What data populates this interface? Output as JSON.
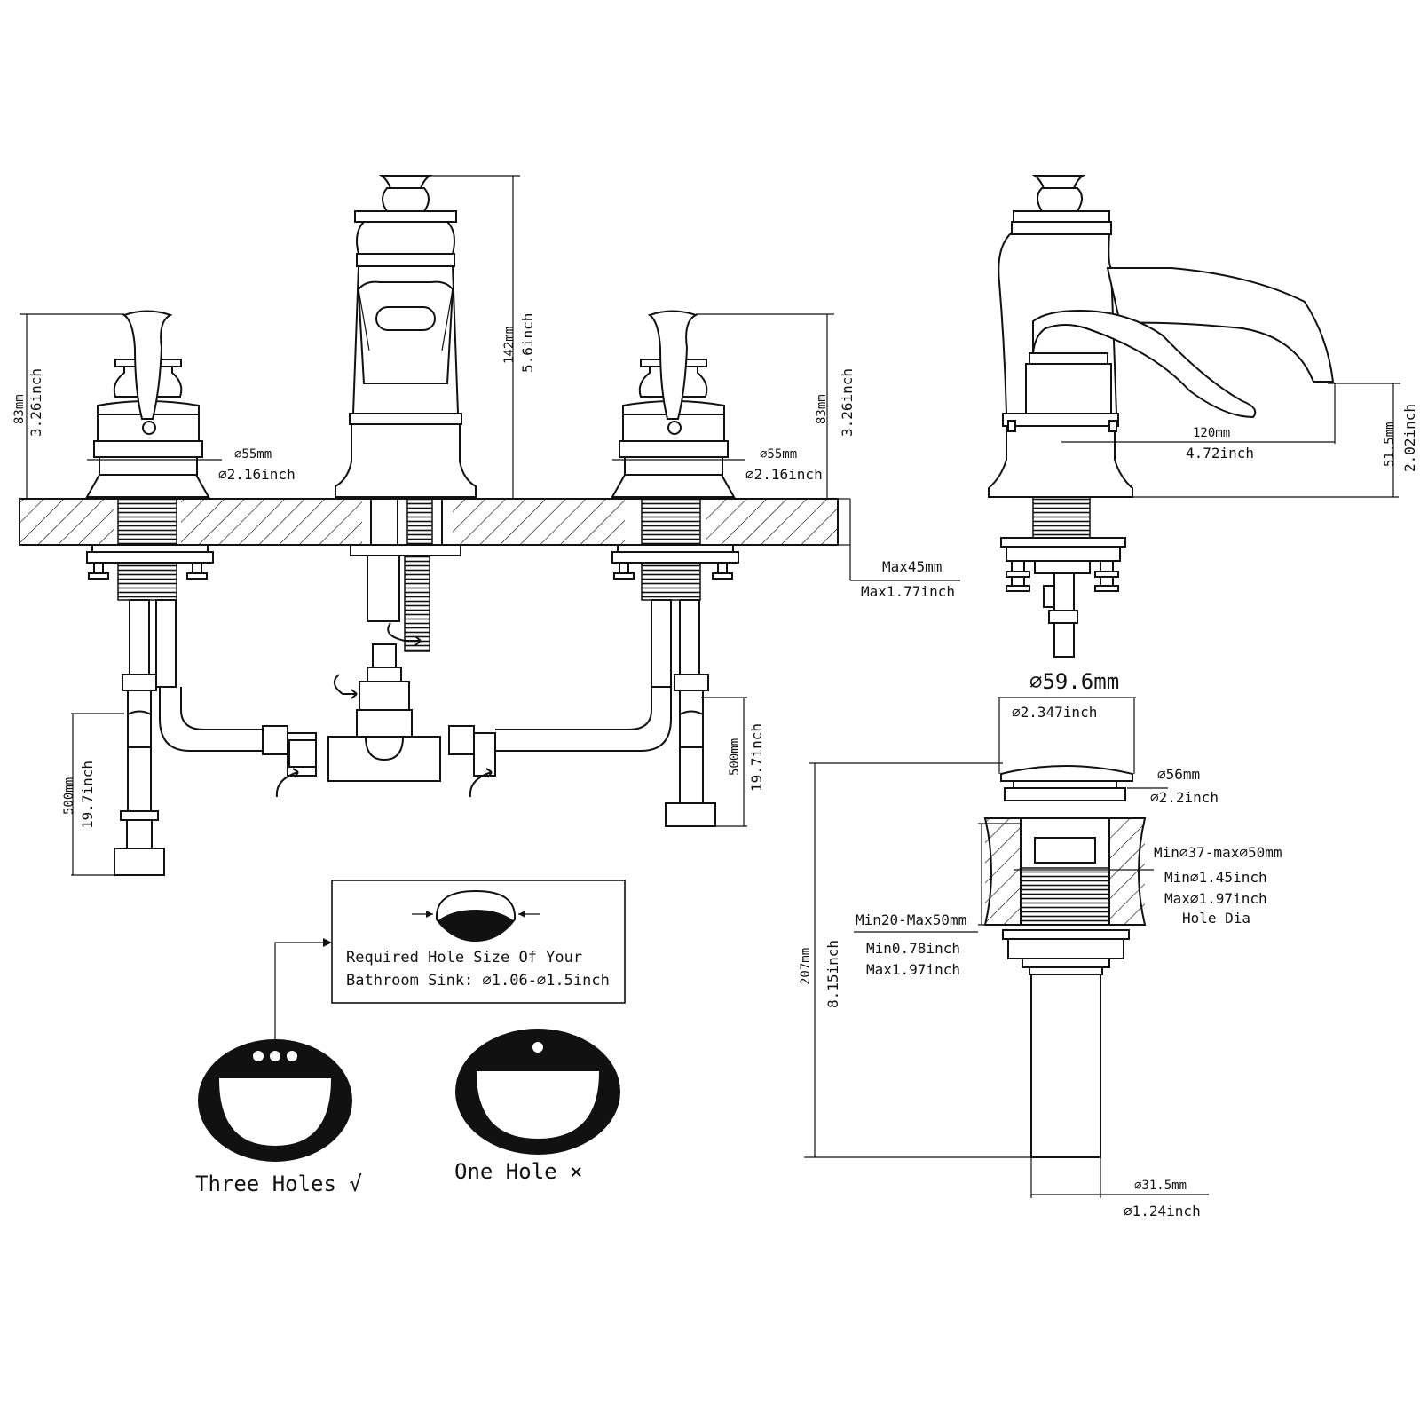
{
  "dimensions": {
    "handle_height_mm": "83mm",
    "handle_height_in": "3.26inch",
    "spout_height_mm": "142mm",
    "spout_height_in": "5.6inch",
    "base_dia_mm": "⌀55mm",
    "base_dia_in": "⌀2.16inch",
    "deck_max_mm": "Max45mm",
    "deck_max_in": "Max1.77inch",
    "hose_mm": "500mm",
    "hose_in": "19.7inch",
    "spout_reach_mm": "120mm",
    "spout_reach_in": "4.72inch",
    "spout_clear_mm": "51.5mm",
    "spout_clear_in": "2.02inch"
  },
  "drain": {
    "cap_dia_mm": "⌀59.6mm",
    "cap_dia_in": "⌀2.347inch",
    "flange_mm": "⌀56mm",
    "flange_in": "⌀2.2inch",
    "hole_mm": "Min⌀37-max⌀50mm",
    "hole_min_in": "Min⌀1.45inch",
    "hole_max_in": "Max⌀1.97inch",
    "hole_label": "Hole Dia",
    "thick_mm": "Min20-Max50mm",
    "thick_min_in": "Min0.78inch",
    "thick_max_in": "Max1.97inch",
    "length_mm": "207mm",
    "length_in": "8.15inch",
    "tail_mm": "⌀31.5mm",
    "tail_in": "⌀1.24inch"
  },
  "note": {
    "line1": "Required Hole Size Of Your",
    "line2": "Bathroom Sink: ⌀1.06-⌀1.5inch"
  },
  "sinks": {
    "three": "Three Holes √",
    "one": "One Hole ×"
  }
}
